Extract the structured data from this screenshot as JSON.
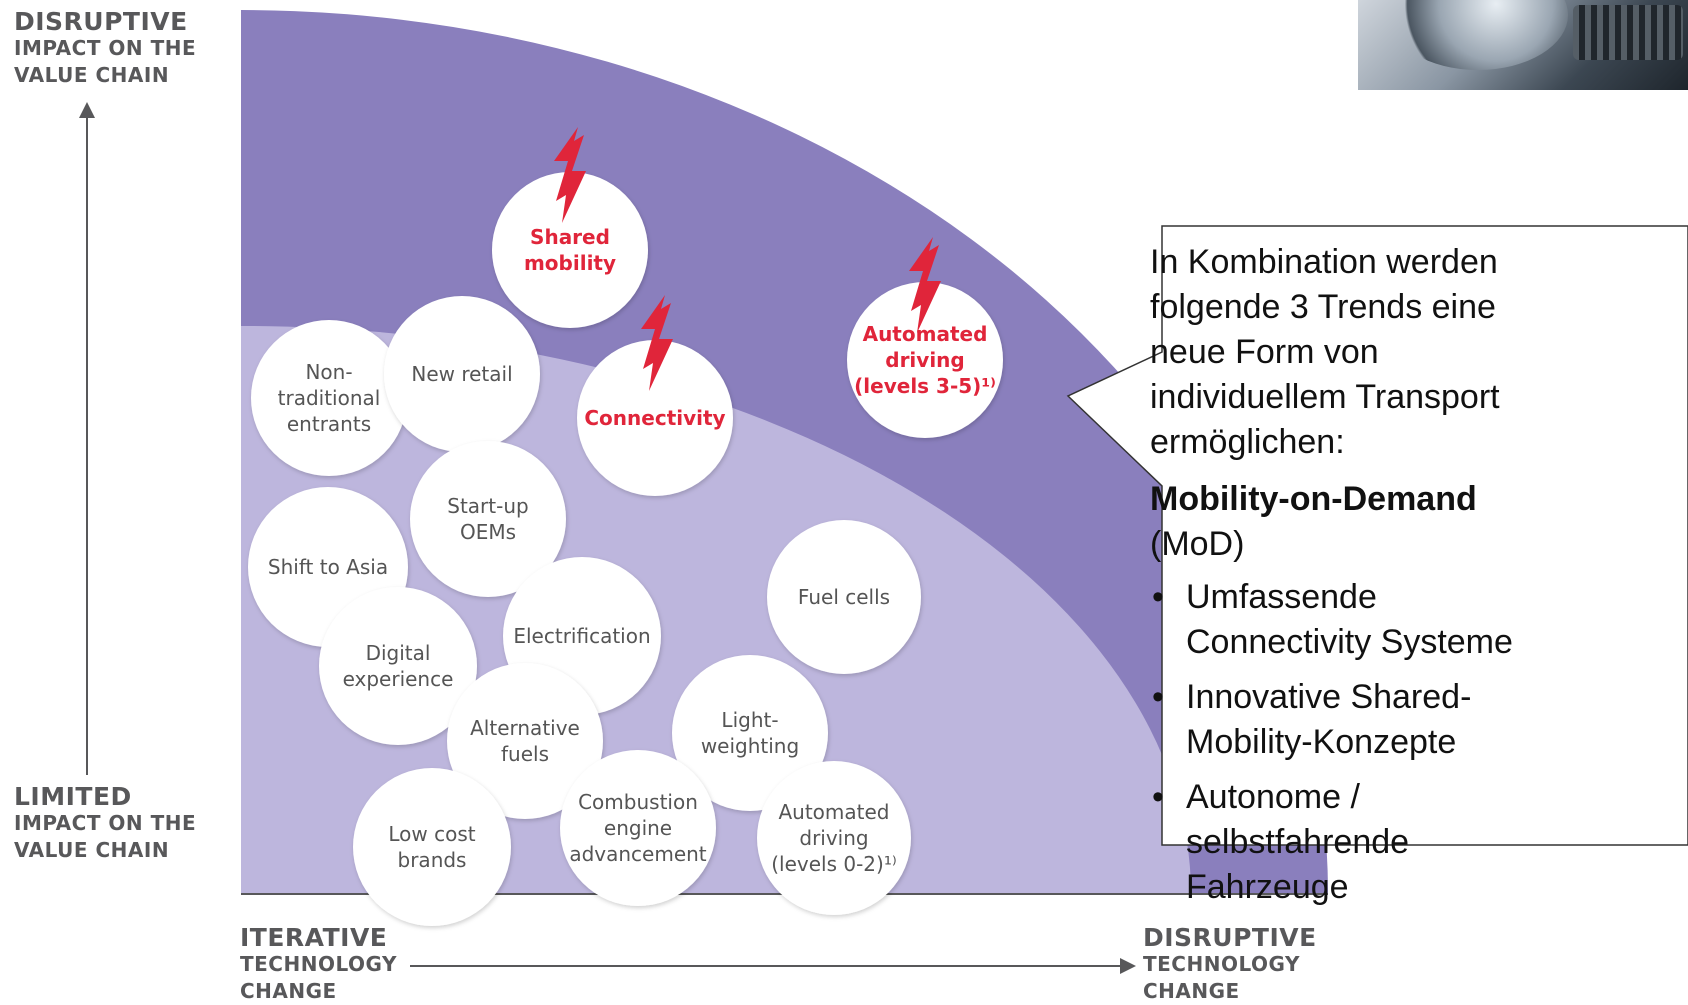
{
  "y_axis": {
    "top": {
      "big": "DISRUPTIVE",
      "line1": "IMPACT ON THE",
      "line2": "VALUE CHAIN"
    },
    "bottom": {
      "big": "LIMITED",
      "line1": "IMPACT ON THE",
      "line2": "VALUE CHAIN"
    }
  },
  "x_axis": {
    "left": {
      "big": "ITERATIVE",
      "line1": "TECHNOLOGY",
      "line2": "CHANGE"
    },
    "right": {
      "big": "DISRUPTIVE",
      "line1": "TECHNOLOGY",
      "line2": "CHANGE"
    }
  },
  "bubbles": [
    {
      "id": "shared-mobility",
      "lines": [
        "Shared",
        "mobility"
      ],
      "hot": true
    },
    {
      "id": "connectivity",
      "lines": [
        "Connectivity"
      ],
      "hot": true
    },
    {
      "id": "automated-driving-3-5",
      "lines": [
        "Automated",
        "driving",
        "(levels 3-5)¹⁾"
      ],
      "hot": true
    },
    {
      "id": "non-traditional-entrants",
      "lines": [
        "Non-",
        "traditional",
        "entrants"
      ],
      "hot": false
    },
    {
      "id": "new-retail",
      "lines": [
        "New retail"
      ],
      "hot": false
    },
    {
      "id": "start-up-oems",
      "lines": [
        "Start-up",
        "OEMs"
      ],
      "hot": false
    },
    {
      "id": "shift-to-asia",
      "lines": [
        "Shift to Asia"
      ],
      "hot": false
    },
    {
      "id": "digital-experience",
      "lines": [
        "Digital",
        "experience"
      ],
      "hot": false
    },
    {
      "id": "electrification",
      "lines": [
        "Electrification"
      ],
      "hot": false
    },
    {
      "id": "fuel-cells",
      "lines": [
        "Fuel cells"
      ],
      "hot": false
    },
    {
      "id": "alternative-fuels",
      "lines": [
        "Alternative",
        "fuels"
      ],
      "hot": false
    },
    {
      "id": "light-weighting",
      "lines": [
        "Light-",
        "weighting"
      ],
      "hot": false
    },
    {
      "id": "low-cost-brands",
      "lines": [
        "Low cost",
        "brands"
      ],
      "hot": false
    },
    {
      "id": "combustion-engine-advancement",
      "lines": [
        "Combustion",
        "engine",
        "advancement"
      ],
      "hot": false
    },
    {
      "id": "automated-driving-0-2",
      "lines": [
        "Automated",
        "driving",
        "(levels 0-2)¹⁾"
      ],
      "hot": false
    }
  ],
  "callout": {
    "intro": "In Kombination werden folgende 3 Trends eine neue Form von individuellem Transport ermöglichen:",
    "headline_bold": "Mobility-on-Demand",
    "headline_rest": " (MoD)",
    "bullets": [
      "Umfassende Connectivity Systeme",
      "Innovative Shared-Mobility-Konzepte",
      "Autonome / selbstfahrende Fahrzeuge"
    ]
  },
  "colors": {
    "outer_zone": "#8a7fbd",
    "inner_zone": "#bdb6dd",
    "bubble": "#ffffff",
    "hot_text": "#e0253a",
    "bolt": "#e0253a",
    "axis": "#58585a"
  }
}
